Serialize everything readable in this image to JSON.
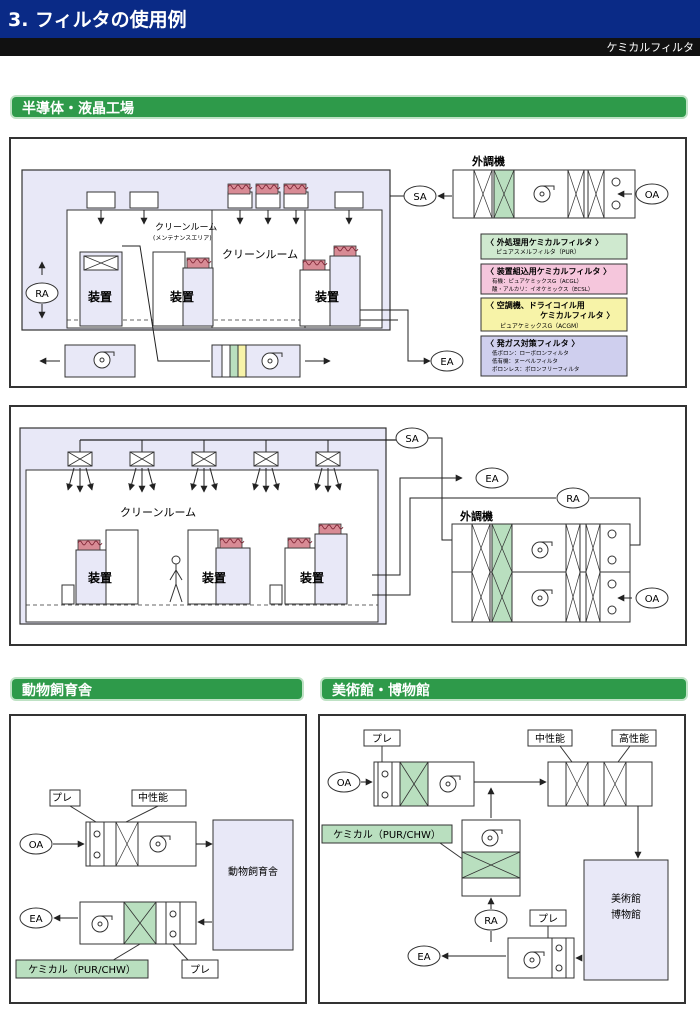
{
  "page": {
    "title": "3. フィルタの使用例",
    "subtitle": "ケミカルフィルタ"
  },
  "sections": {
    "semi": "半導体・液晶工場",
    "animal": "動物飼育舎",
    "museum": "美術館・博物館"
  },
  "d1": {
    "cleanroom_maint": "クリーンルーム",
    "maint_area": "(メンテナンスエリア)",
    "cleanroom": "クリーンルーム",
    "device": "装置",
    "ra": "RA",
    "sa": "SA",
    "ea": "EA",
    "oa": "OA",
    "ahu": "外調機"
  },
  "legend": [
    {
      "title": "〈 外処理用ケミカルフィルタ 〉",
      "lines": [
        "ピュアスメルフィルタ（PUR）"
      ],
      "color": "#cfe9cf"
    },
    {
      "title": "〈 装置組込用ケミカルフィルタ 〉",
      "lines": [
        "有機：ピュアケミックスG（ACGL）",
        "酸・アルカリ：イオケミックス（ECSL）"
      ],
      "color": "#f5c6dc"
    },
    {
      "title": "〈 空調機、ドライコイル用",
      "title2": "ケミカルフィルタ 〉",
      "lines": [
        "ピュアケミックスG（ACGM）"
      ],
      "color": "#f7f3a8"
    },
    {
      "title": "〈 発ガス対策フィルタ 〉",
      "lines": [
        "低ボロン：ローボロンフィルタ",
        "低有機：ヌーベルフィルタ",
        "ボロンレス：ボロンフリーフィルタ"
      ],
      "color": "#cfcfee"
    }
  ],
  "d2": {
    "cleanroom": "クリーンルーム",
    "device": "装置",
    "sa": "SA",
    "ea": "EA",
    "ra": "RA",
    "oa": "OA",
    "ahu": "外調機"
  },
  "d3": {
    "pre": "プレ",
    "mid": "中性能",
    "oa": "OA",
    "ea": "EA",
    "room": "動物飼育舎",
    "chem": "ケミカル（PUR/CHW）",
    "pre2": "プレ"
  },
  "d4": {
    "pre": "プレ",
    "mid": "中性能",
    "high": "高性能",
    "oa": "OA",
    "chem": "ケミカル（PUR/CHW）",
    "room1": "美術館",
    "room2": "博物館",
    "ra": "RA",
    "ea": "EA",
    "pre2": "プレ"
  },
  "colors": {
    "header": "#0a2a86",
    "section": "#2e9a4a",
    "filter_green": "#b9dfbf",
    "room_fill": "#e8e8f7",
    "heater": "#c45c6c"
  }
}
